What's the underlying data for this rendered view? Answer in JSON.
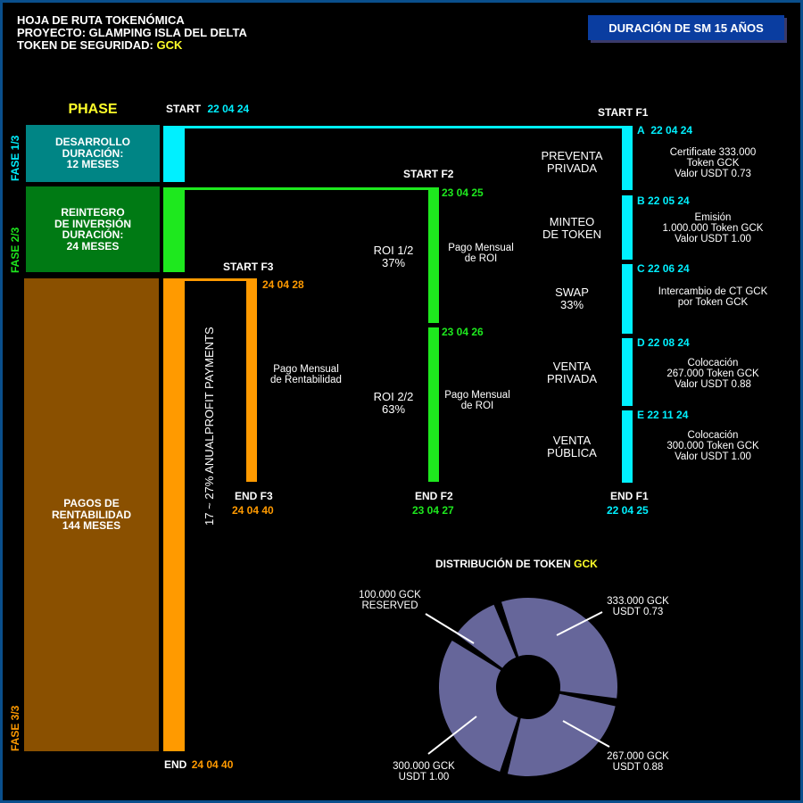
{
  "header": {
    "line1": "HOJA DE RUTA TOKENÓMICA",
    "line2": "PROYECTO: GLAMPING ISLA DEL DELTA",
    "line3_prefix": "TOKEN DE SEGURIDAD: ",
    "token": "GCK",
    "badge": "DURACIÓN DE SM 15 AÑOS"
  },
  "phase_column": {
    "title": "PHASE",
    "fase1": {
      "label": "FASE 1/3",
      "lines": [
        "DESARROLLO",
        "DURACIÓN:",
        "12 MESES"
      ]
    },
    "fase2": {
      "label": "FASE 2/3",
      "lines": [
        "REINTEGRO",
        "DE  INVERSIÓN",
        "DURACIÓN:",
        "24 MESES"
      ]
    },
    "fase3": {
      "label": "FASE 3/3",
      "lines": [
        "PAGOS DE",
        "RENTABILIDAD",
        "144 MESES"
      ]
    }
  },
  "colors": {
    "cyan": "#00f0ff",
    "green": "#1ee81e",
    "orange": "#ff9a00",
    "teal_box": "#008585",
    "green_box": "#007a14",
    "brown_box": "#8a5000",
    "yellow": "#ffff2a",
    "donut": "#66669a",
    "border": "#0a4f8c"
  },
  "timeline": {
    "start": {
      "label": "START",
      "date": "22 04 24"
    },
    "end": {
      "label": "END",
      "date": "24 04 40"
    },
    "f1": {
      "start_label": "START F1",
      "end_label": "END F1",
      "end_date": "22 04 25",
      "stages": [
        {
          "id": "A",
          "date": "22 04 24",
          "name": [
            "PREVENTA",
            "PRIVADA"
          ],
          "desc": [
            "Certificate 333.000",
            "Token GCK",
            "Valor  USDT 0.73"
          ]
        },
        {
          "id": "B",
          "date": "22 05 24",
          "name": [
            "MINTEO",
            "DE TOKEN"
          ],
          "desc": [
            "Emisión",
            "1.000.000 Token GCK",
            "Valor USDT 1.00"
          ]
        },
        {
          "id": "C",
          "date": "22 06 24",
          "name": [
            "SWAP",
            "33%"
          ],
          "desc": [
            "Intercambio de CT GCK",
            "por Token GCK"
          ]
        },
        {
          "id": "D",
          "date": "22 08 24",
          "name": [
            "VENTA",
            "PRIVADA"
          ],
          "desc": [
            "Colocación",
            "267.000 Token GCK",
            "Valor USDT 0.88"
          ]
        },
        {
          "id": "E",
          "date": "22 11 24",
          "name": [
            "VENTA",
            "PÚBLICA"
          ],
          "desc": [
            "Colocación",
            "300.000 Token GCK",
            "Valor USDT 1.00"
          ]
        }
      ]
    },
    "f2": {
      "start_label": "START F2",
      "roi1": {
        "label": [
          "ROI 1/2",
          "37%"
        ],
        "date": "23 04 25",
        "desc": [
          "Pago Mensual",
          "de ROI"
        ]
      },
      "roi2": {
        "label": [
          "ROI 2/2",
          "63%"
        ],
        "date": "23 04 26",
        "desc": [
          "Pago Mensual",
          "de ROI"
        ]
      },
      "end_label": "END F2",
      "end_date": "23 04 27"
    },
    "f3": {
      "start_label": "START F3",
      "date": "24 04 28",
      "vertical": [
        "PROFIT PAYMENTS",
        "17 ~ 27% ANUAL"
      ],
      "desc": [
        "Pago Mensual",
        "de Rentabilidad"
      ],
      "end_label": "END F3",
      "end_date": "24 04 40"
    }
  },
  "distribution": {
    "title_prefix": "DISTRIBUCIÓN DE TOKEN ",
    "token": "GCK",
    "labels": {
      "reserved": [
        "100.000 GCK",
        "RESERVED"
      ],
      "a": [
        "333.000 GCK",
        "USDT 0.73"
      ],
      "b": [
        "267.000 GCK",
        "USDT 0.88"
      ],
      "c": [
        "300.000 GCK",
        "USDT 1.00"
      ]
    }
  },
  "chart_data": {
    "type": "pie",
    "title": "DISTRIBUCIÓN DE TOKEN GCK",
    "slices": [
      {
        "label": "333.000 GCK USDT 0.73",
        "value": 333000
      },
      {
        "label": "267.000 GCK USDT 0.88",
        "value": 267000
      },
      {
        "label": "300.000 GCK USDT 1.00",
        "value": 300000
      },
      {
        "label": "100.000 GCK RESERVED",
        "value": 100000
      }
    ]
  }
}
